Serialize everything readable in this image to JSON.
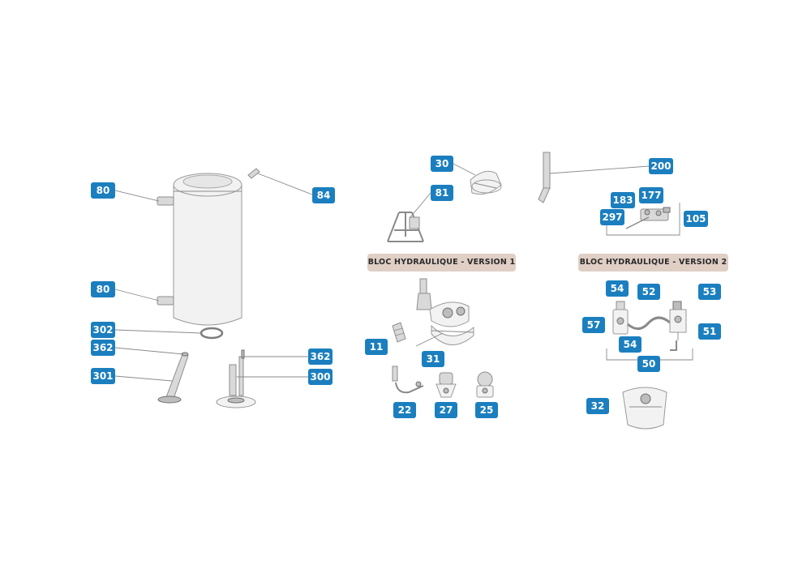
{
  "colors": {
    "badge": "#1b7fbf",
    "badge_text": "#ffffff",
    "banner": "#e0cfc5"
  },
  "banners": {
    "version1": "BLOC HYDRAULIQUE - VERSION 1",
    "version2": "BLOC HYDRAULIQUE - VERSION 2"
  },
  "callouts": {
    "c80a": "80",
    "c84": "84",
    "c80b": "80",
    "c302": "302",
    "c362a": "362",
    "c301": "301",
    "c362b": "362",
    "c300": "300",
    "c30": "30",
    "c81": "81",
    "c200": "200",
    "c183": "183",
    "c177": "177",
    "c297": "297",
    "c105": "105",
    "c11": "11",
    "c31": "31",
    "c22": "22",
    "c27": "27",
    "c25": "25",
    "c54a": "54",
    "c52": "52",
    "c53": "53",
    "c57": "57",
    "c54b": "54",
    "c51": "51",
    "c50": "50",
    "c32": "32"
  }
}
